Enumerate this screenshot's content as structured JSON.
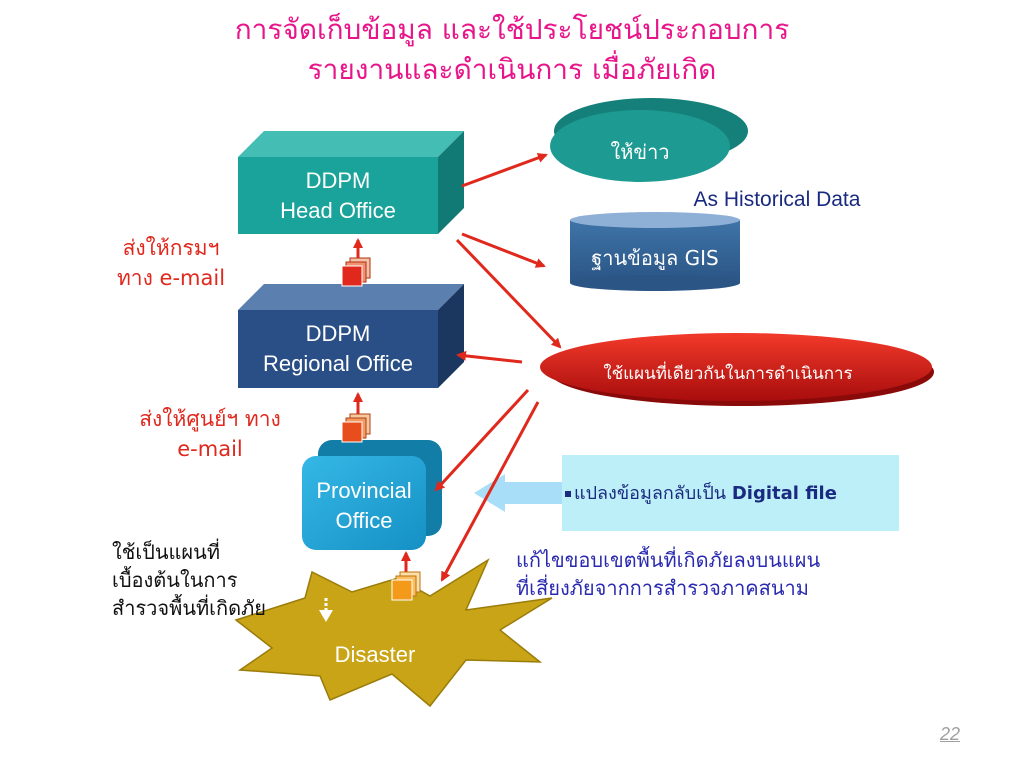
{
  "title": {
    "line1": "การจัดเก็บข้อมูล และใช้ประโยชน์ประกอบการ",
    "line2": "รายงานและดำเนินการ เมื่อภัยเกิด"
  },
  "nodes": {
    "head_office": {
      "line1": "DDPM",
      "line2": "Head Office"
    },
    "regional_office": {
      "line1": "DDPM",
      "line2": "Regional Office"
    },
    "provincial_office": {
      "line1": "Provincial",
      "line2": "Office"
    },
    "disaster": "Disaster",
    "news": "ให้ข่าว",
    "gis_db": "ฐานข้อมูล GIS",
    "shared_map": "ใช้แผนที่เดียวกันในการดำเนินการ",
    "digital_file": {
      "prefix": "แปลงข้อมูลกลับเป็น",
      "bold": "Digital file"
    }
  },
  "labels": {
    "historical": "As Historical Data",
    "send_dept": {
      "line1": "ส่งให้กรมฯ",
      "line2": "ทาง e-mail"
    },
    "send_center": {
      "line1": "ส่งให้ศูนย์ฯ ทาง",
      "line2": "e-mail"
    },
    "initial_map": {
      "line1": "ใช้เป็นแผนที่",
      "line2": "เบื้องต้นในการ",
      "line3": "สำรวจพื้นที่เกิดภัย"
    },
    "fix_boundary": {
      "line1": "แก้ไขขอบเขตพื้นที่เกิดภัยลงบนแผน",
      "line2": "ที่เสี่ยงภัยจากการสำรวจภาคสนาม"
    }
  },
  "page_number": "22",
  "colors": {
    "title": "#e8158a",
    "teal_box": "#1aa39a",
    "navy_box": "#2a4f86",
    "cyan_box": "#1ea6d6",
    "red_arrow": "#e0281c",
    "burst": "#c8a416",
    "light_cyan_panel": "#bdeff8"
  }
}
